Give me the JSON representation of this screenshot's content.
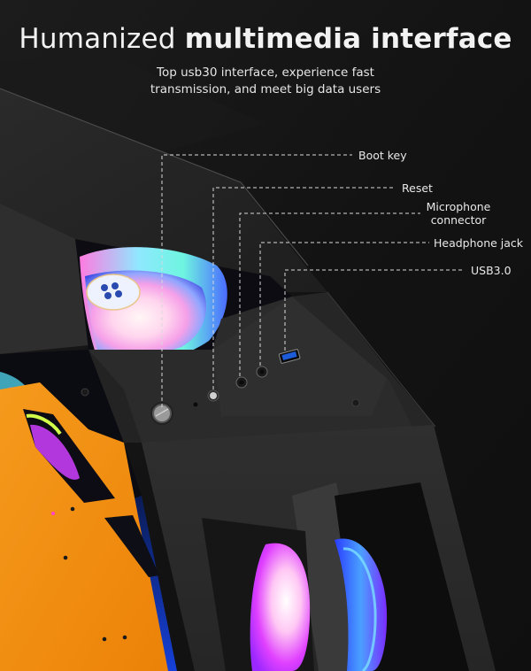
{
  "header": {
    "title_light": "Humanized",
    "title_bold": "multimedia interface",
    "subtitle_line1": "Top usb30 interface, experience fast",
    "subtitle_line2": "transmission, and meet big data users"
  },
  "callouts": [
    {
      "id": "boot-key",
      "label": "Boot key"
    },
    {
      "id": "reset",
      "label": "Reset"
    },
    {
      "id": "microphone",
      "label_line1": "Microphone",
      "label_line2": "connector"
    },
    {
      "id": "headphone",
      "label": "Headphone jack"
    },
    {
      "id": "usb",
      "label": "USB3.0"
    }
  ],
  "product": {
    "description": "PC tower case with RGB fans and orange side panel",
    "fan_logo_icon": "fan-logo-icon"
  },
  "colors": {
    "background": "#121212",
    "case_body": "#2e2e2e",
    "orange_panel": "#f08a12",
    "usb_blue": "#1e5bd8",
    "text": "#f2f2f2"
  }
}
